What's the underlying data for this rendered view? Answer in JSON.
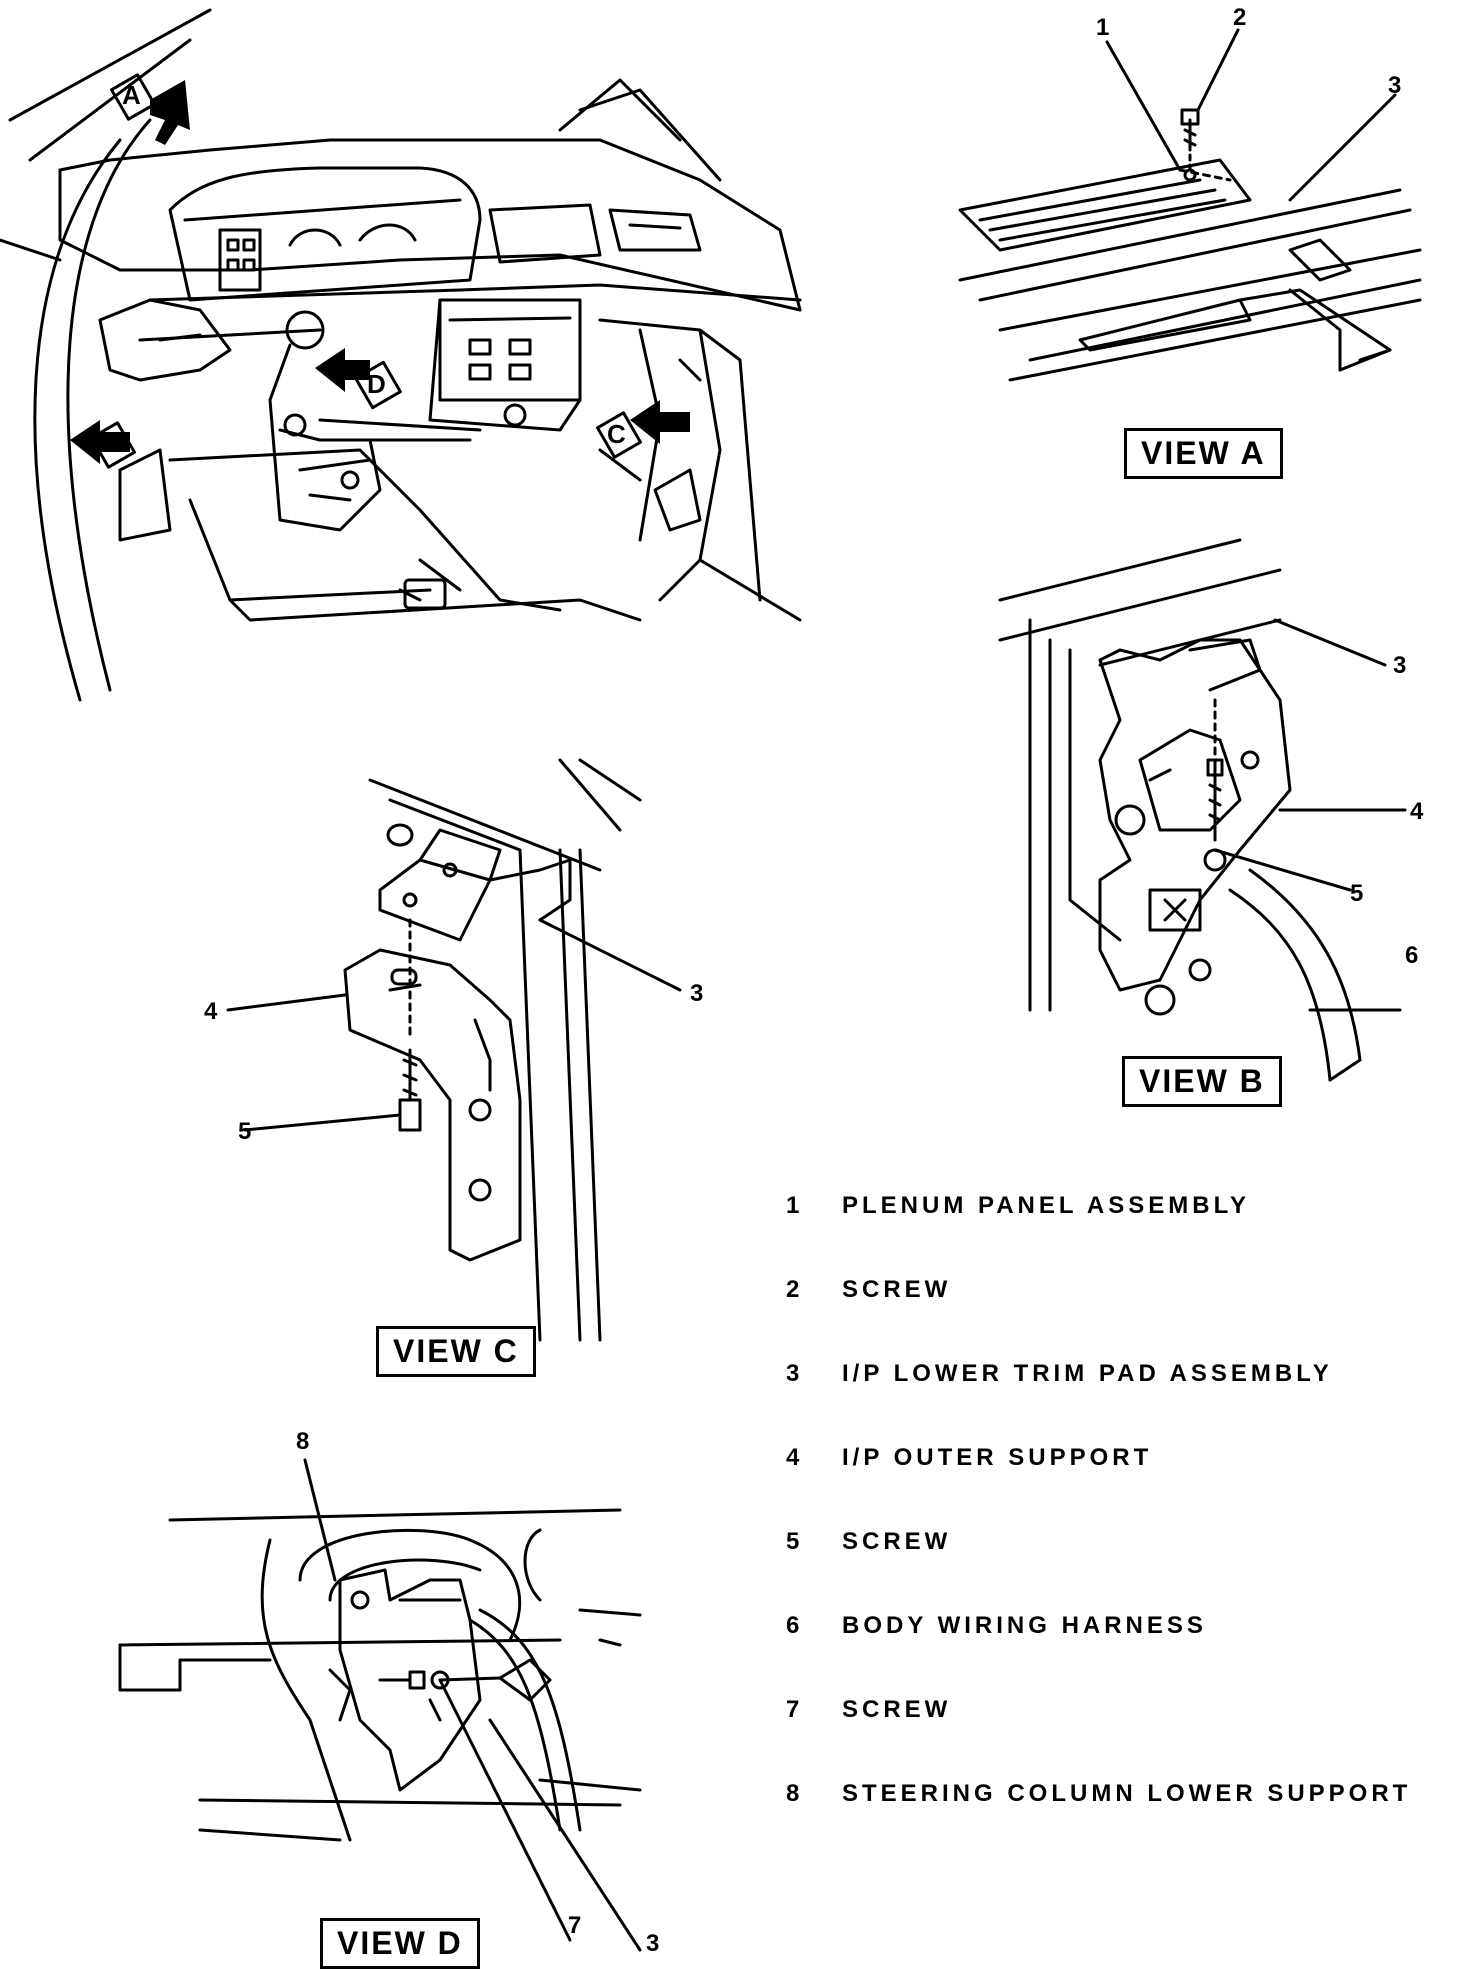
{
  "views": {
    "a": {
      "label": "VIEW A"
    },
    "b": {
      "label": "VIEW B"
    },
    "c": {
      "label": "VIEW C"
    },
    "d": {
      "label": "VIEW D"
    }
  },
  "view_tags": [
    "A",
    "B",
    "C",
    "D"
  ],
  "callouts": {
    "a1": "1",
    "a2": "2",
    "a3": "3",
    "b3": "3",
    "b4": "4",
    "b5": "5",
    "b6": "6",
    "c4": "4",
    "c3": "3",
    "c5": "5",
    "d8": "8",
    "d7": "7",
    "d3": "3"
  },
  "legend": [
    {
      "num": "1",
      "text": "PLENUM PANEL ASSEMBLY"
    },
    {
      "num": "2",
      "text": "SCREW"
    },
    {
      "num": "3",
      "text": "I/P LOWER TRIM PAD ASSEMBLY"
    },
    {
      "num": "4",
      "text": "I/P OUTER SUPPORT"
    },
    {
      "num": "5",
      "text": "SCREW"
    },
    {
      "num": "6",
      "text": "BODY WIRING HARNESS"
    },
    {
      "num": "7",
      "text": "SCREW"
    },
    {
      "num": "8",
      "text": "STEERING COLUMN LOWER SUPPORT"
    }
  ]
}
